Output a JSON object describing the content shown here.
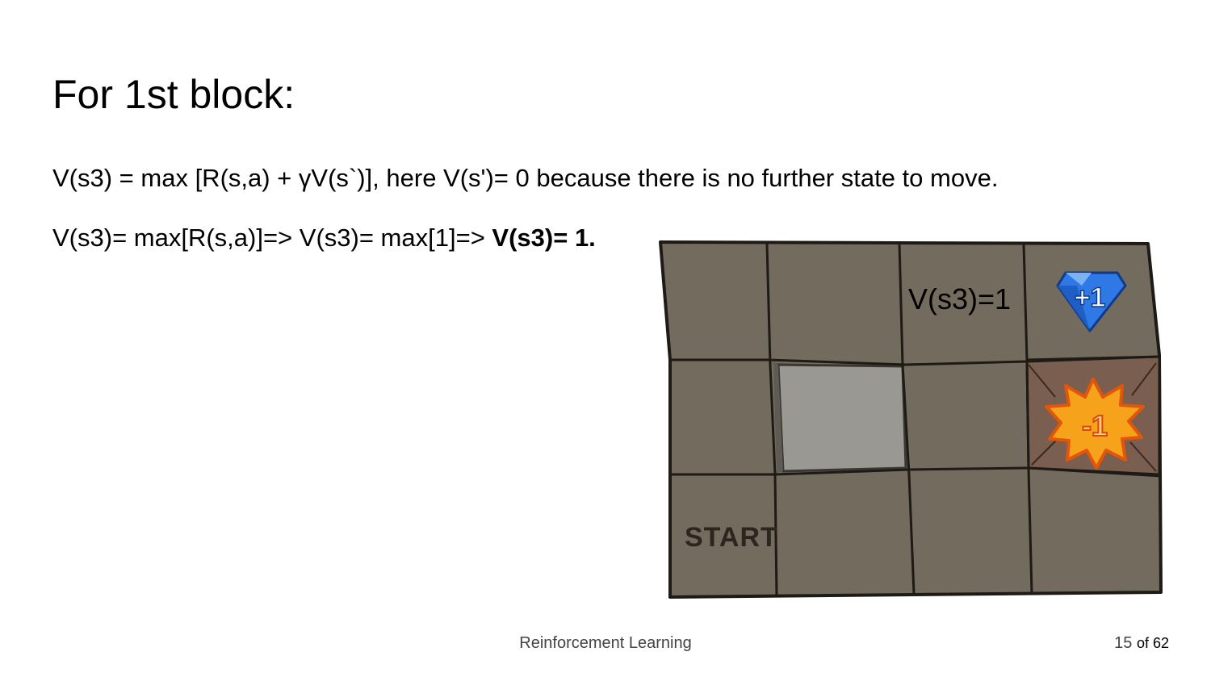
{
  "slide": {
    "title": "For 1st block:",
    "line1": "V(s3) = max [R(s,a) + γV(s`)], here V(s')= 0 because there is no further state to move.",
    "line2_plain": "V(s3)= max[R(s,a)]=> V(s3)= max[1]=> ",
    "line2_bold": "V(s3)= 1."
  },
  "grid": {
    "value_label": "V(s3)=1",
    "plus_label": "+1",
    "minus_label": "-1",
    "start_label": "START",
    "colors": {
      "cell": "#736b5d",
      "lines": "#1e1a15",
      "wall": "#9a9893",
      "fire_cell": "#7a5e50",
      "gem": "#2f79e6",
      "fire": "#f7a21b"
    }
  },
  "footer": {
    "course": "Reinforcement Learning",
    "page": "15",
    "of_total": "of 62"
  }
}
